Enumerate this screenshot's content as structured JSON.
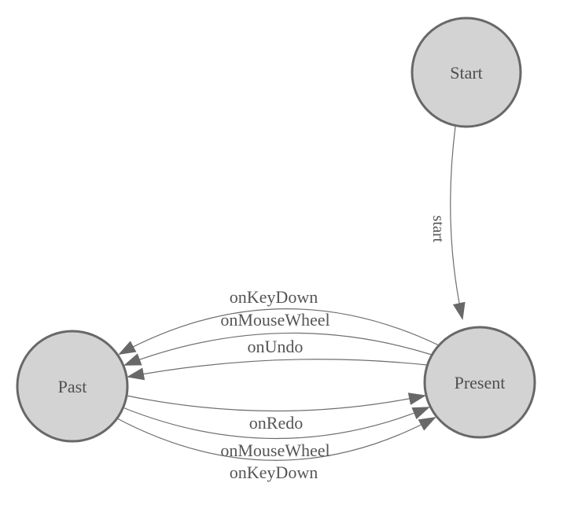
{
  "diagram": {
    "type": "state-machine",
    "nodes": [
      {
        "id": "start",
        "label": "Start"
      },
      {
        "id": "past",
        "label": "Past"
      },
      {
        "id": "present",
        "label": "Present"
      }
    ],
    "edges": [
      {
        "from": "Start",
        "to": "Present",
        "label": "start"
      },
      {
        "from": "Present",
        "to": "Past",
        "label": "onKeyDown"
      },
      {
        "from": "Present",
        "to": "Past",
        "label": "onMouseWheel"
      },
      {
        "from": "Present",
        "to": "Past",
        "label": "onUndo"
      },
      {
        "from": "Past",
        "to": "Present",
        "label": "onRedo"
      },
      {
        "from": "Past",
        "to": "Present",
        "label": "onMouseWheel"
      },
      {
        "from": "Past",
        "to": "Present",
        "label": "onKeyDown"
      }
    ],
    "colors": {
      "background": "#ffffff",
      "node_fill": "#d3d3d3",
      "node_border": "#686868",
      "edge_line": "#6e6e6e",
      "arrowhead": "#686868",
      "label_text": "#555555"
    }
  }
}
